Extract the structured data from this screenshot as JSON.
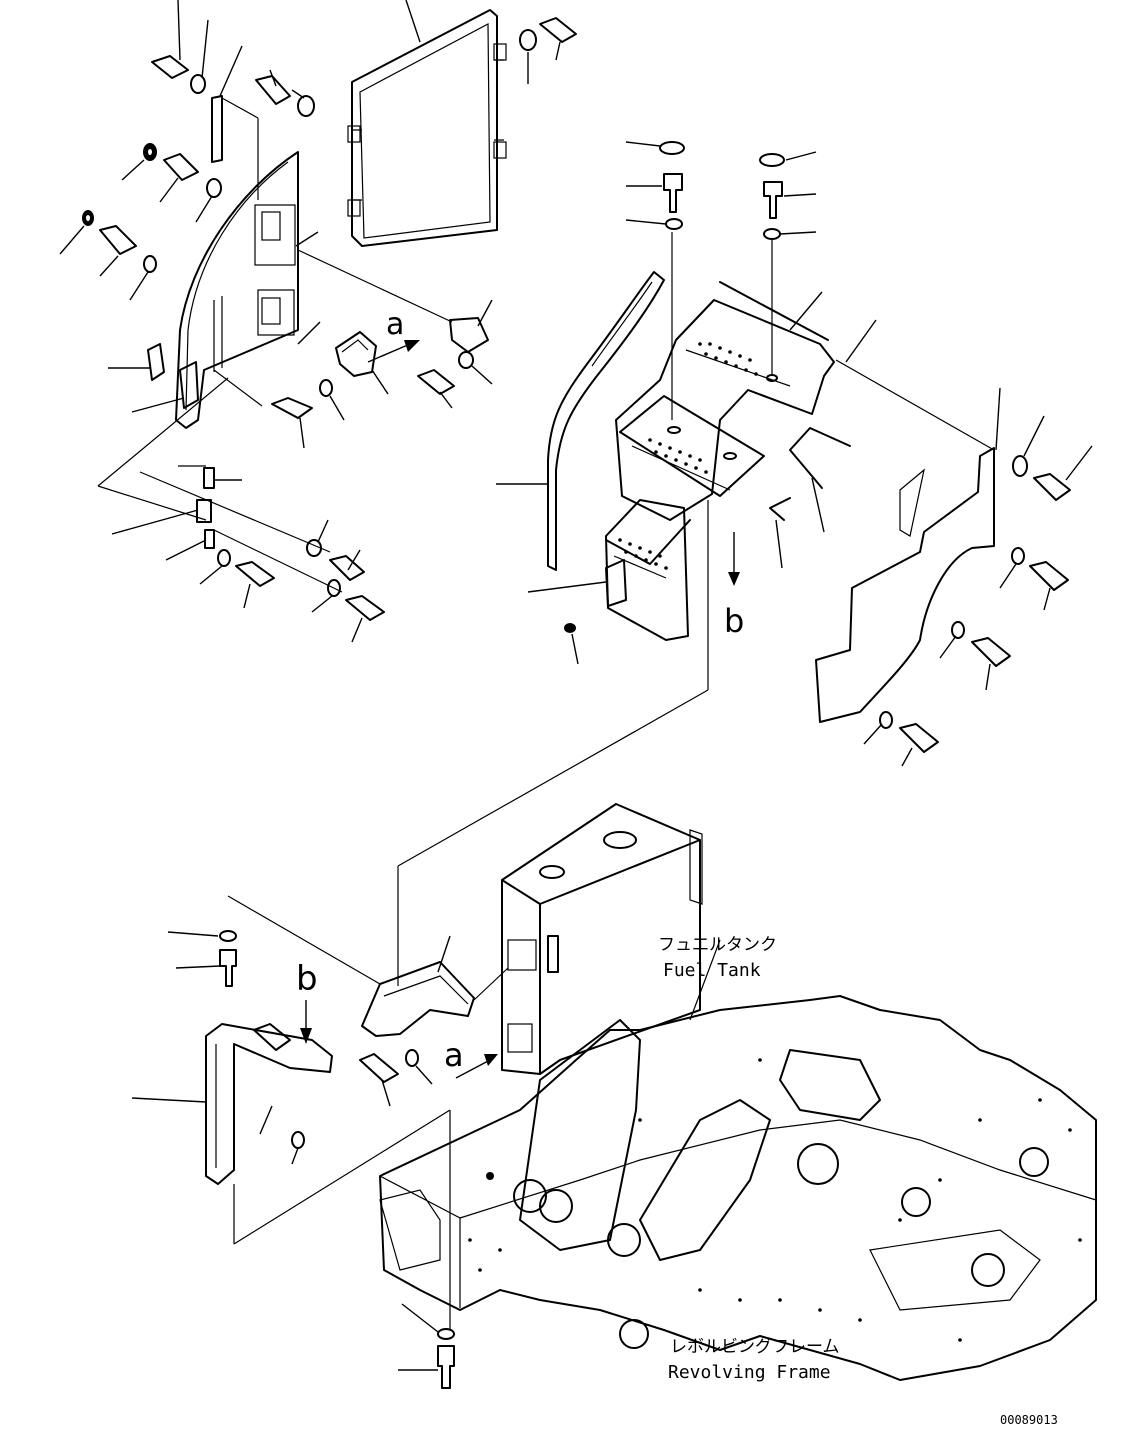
{
  "labels": {
    "fuel_tank_jp": "フュエルタンク",
    "fuel_tank_en": "Fuel Tank",
    "revolving_frame_jp": "レボルビングフレーム",
    "revolving_frame_en": "Revolving Frame",
    "view_a_top": "a",
    "view_b_top": "b",
    "view_a_bottom": "a",
    "view_b_bottom": "b",
    "drawing_number": "00089013"
  }
}
